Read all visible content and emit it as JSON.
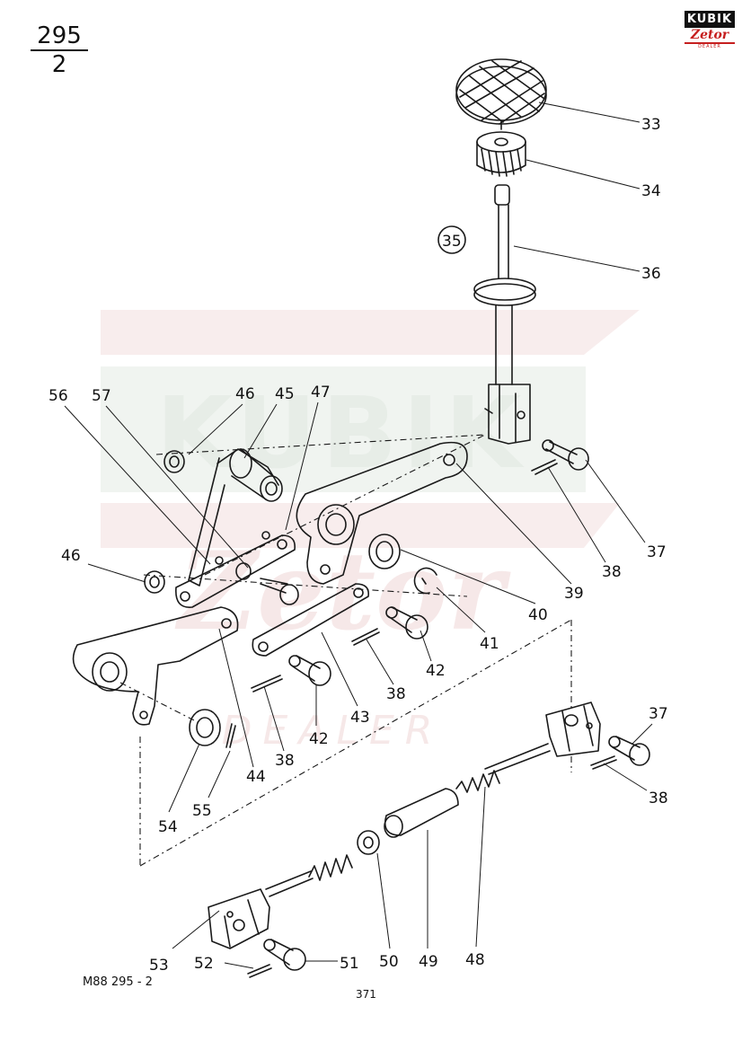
{
  "header": {
    "page_number": "295",
    "page_sub": "2"
  },
  "logo": {
    "brand": "KUBIK",
    "sub": "Zetor",
    "tag": "DEALER"
  },
  "footer": {
    "code": "M88   295 - 2",
    "page": "371"
  },
  "callouts": {
    "c33": "33",
    "c34": "34",
    "c35": "35",
    "c36": "36",
    "c37a": "37",
    "c38a": "38",
    "c39": "39",
    "c40": "40",
    "c41": "41",
    "c42a": "42",
    "c38b": "38",
    "c43": "43",
    "c42b": "42",
    "c38c": "38",
    "c44": "44",
    "c45": "45",
    "c46a": "46",
    "c47": "47",
    "c56": "56",
    "c57": "57",
    "c46b": "46",
    "c54": "54",
    "c55": "55",
    "c37b": "37",
    "c38d": "38",
    "c48": "48",
    "c49": "49",
    "c50": "50",
    "c51": "51",
    "c52": "52",
    "c53": "53"
  },
  "watermark": {
    "word1": "KUBIK",
    "word2": "Zetor",
    "word3": "DEALER"
  }
}
